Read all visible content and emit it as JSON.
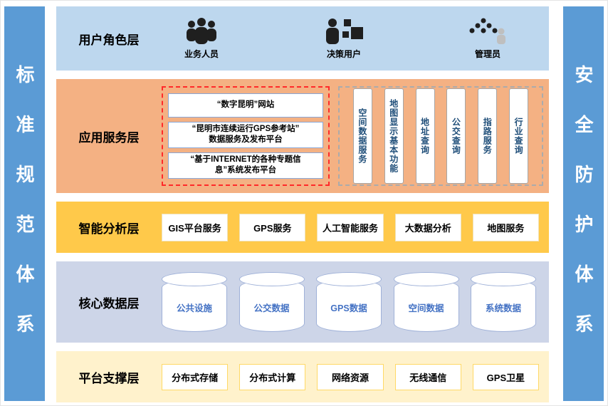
{
  "pillars": {
    "left": "标准规范体系",
    "right": "安全防护体系"
  },
  "layers": {
    "user_role": {
      "label": "用户角色层",
      "roles": [
        {
          "label": "业务人员",
          "icon": "business-users-icon"
        },
        {
          "label": "决策用户",
          "icon": "decision-user-icon"
        },
        {
          "label": "管理员",
          "icon": "admin-icon"
        }
      ]
    },
    "application_service": {
      "label": "应用服务层",
      "platforms": [
        "“数字昆明”网站",
        "“昆明市连续运行GPS参考站”\n数据服务及发布平台",
        "“基于INTERNET的各种专题信\n息”系统发布平台"
      ],
      "services": [
        "空间数据服务",
        "地图显示基本功能",
        "地址查询",
        "公交查询",
        "指路服务",
        "行业查询"
      ]
    },
    "intelligent_analysis": {
      "label": "智能分析层",
      "items": [
        "GIS平台服务",
        "GPS服务",
        "人工智能服务",
        "大数据分析",
        "地图服务"
      ]
    },
    "core_data": {
      "label": "核心数据层",
      "databases": [
        "公共设施",
        "公交数据",
        "GPS数据",
        "空间数据",
        "系统数据"
      ]
    },
    "platform_support": {
      "label": "平台支撑层",
      "items": [
        "分布式存储",
        "分布式计算",
        "网络资源",
        "无线通信",
        "GPS卫星"
      ]
    }
  },
  "colors": {
    "pillar_blue": "#5B9BD5",
    "user_layer": "#BDD7EE",
    "app_layer": "#F4B183",
    "analysis_layer": "#FFC94A",
    "data_layer": "#CDD5E8",
    "support_layer": "#FFF2CC",
    "dashed_red": "#FF2A2A",
    "database_text": "#4472C4"
  }
}
